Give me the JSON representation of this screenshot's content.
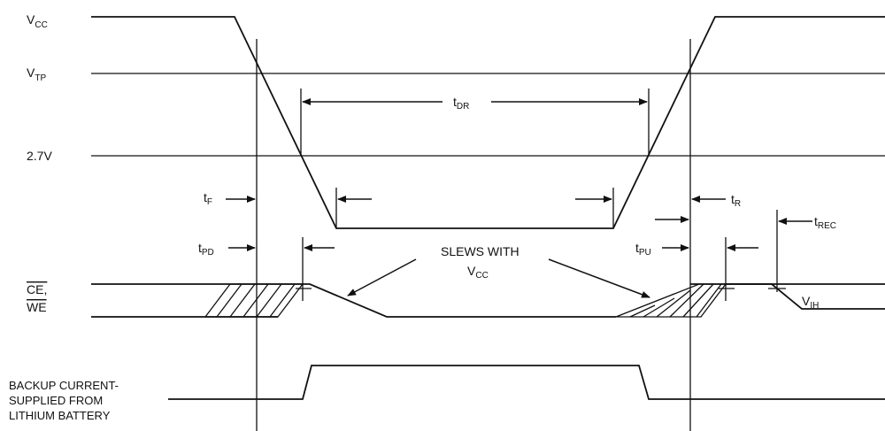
{
  "labels": {
    "vcc": {
      "main": "V",
      "sub": "CC"
    },
    "vtp": {
      "main": "V",
      "sub": "TP"
    },
    "v27": "2.7V",
    "ce": "CE,",
    "we": "WE",
    "backup_line1": "BACKUP CURRENT-",
    "backup_line2": "SUPPLIED FROM",
    "backup_line3": "LITHIUM BATTERY"
  },
  "timing": {
    "tdr": {
      "main": "t",
      "sub": "DR"
    },
    "tf": {
      "main": "t",
      "sub": "F"
    },
    "tpd": {
      "main": "t",
      "sub": "PD"
    },
    "tr": {
      "main": "t",
      "sub": "R"
    },
    "tpu": {
      "main": "t",
      "sub": "PU"
    },
    "trec": {
      "main": "t",
      "sub": "REC"
    },
    "vih": {
      "main": "V",
      "sub": "IH"
    }
  },
  "annotation": {
    "line1": "SLEWS WITH",
    "line2": {
      "main": "V",
      "sub": "CC"
    }
  },
  "colors": {
    "ink": "#111111",
    "background": "#ffffff"
  }
}
